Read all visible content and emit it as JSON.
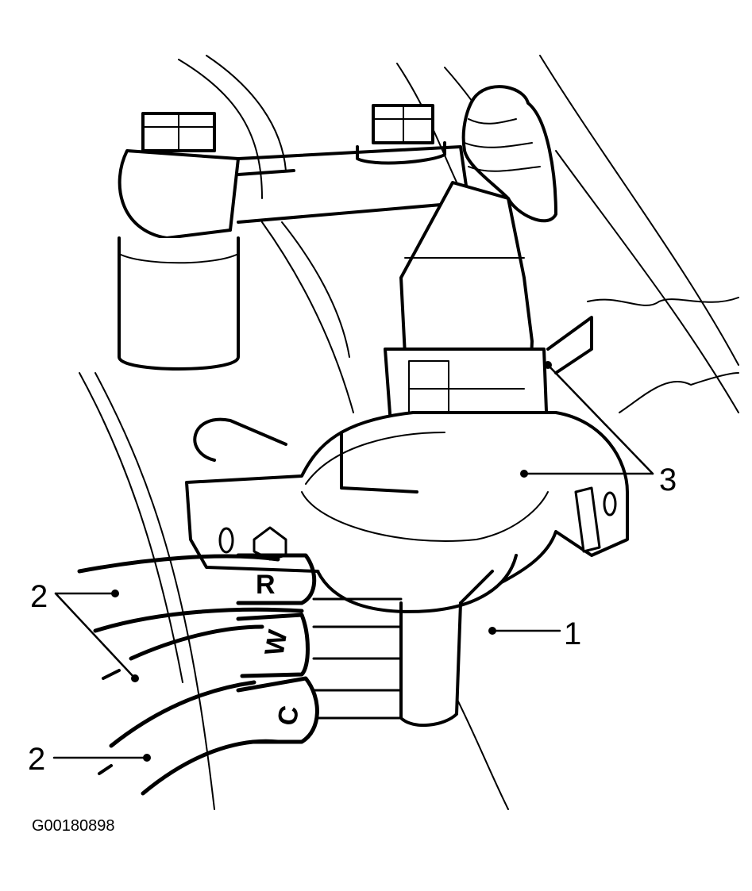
{
  "callouts": {
    "c1": "1",
    "c2a": "2",
    "c2b": "2",
    "c3": "3"
  },
  "wire_letters": {
    "r": "R",
    "w": "W",
    "c": "C"
  },
  "figure_code": "G00180898",
  "colors": {
    "line": "#000000",
    "background": "#ffffff"
  }
}
